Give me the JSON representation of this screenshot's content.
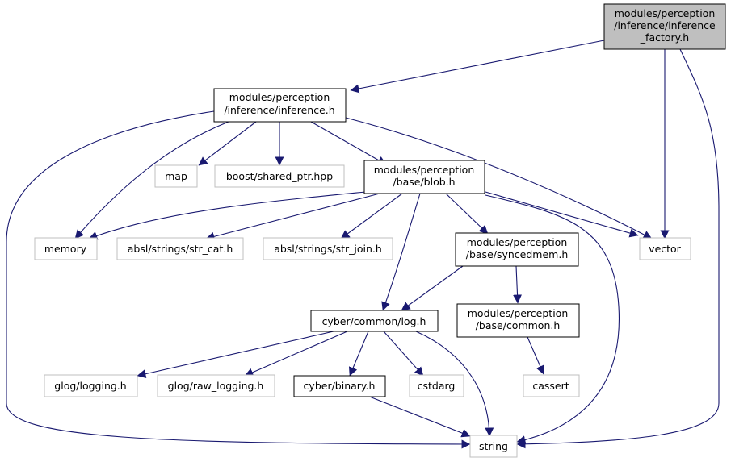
{
  "nodes": {
    "inference_factory": {
      "lines": [
        "modules/perception",
        "/inference/inference",
        "_factory.h"
      ],
      "style": "root"
    },
    "inference_h": {
      "lines": [
        "modules/perception",
        "/inference/inference.h"
      ],
      "style": "local"
    },
    "map": {
      "lines": [
        "map"
      ],
      "style": "system"
    },
    "boost_shared_ptr": {
      "lines": [
        "boost/shared_ptr.hpp"
      ],
      "style": "system"
    },
    "blob_h": {
      "lines": [
        "modules/perception",
        "/base/blob.h"
      ],
      "style": "local"
    },
    "memory": {
      "lines": [
        "memory"
      ],
      "style": "system"
    },
    "str_cat": {
      "lines": [
        "absl/strings/str_cat.h"
      ],
      "style": "system"
    },
    "str_join": {
      "lines": [
        "absl/strings/str_join.h"
      ],
      "style": "system"
    },
    "syncedmem_h": {
      "lines": [
        "modules/perception",
        "/base/syncedmem.h"
      ],
      "style": "local"
    },
    "vector": {
      "lines": [
        "vector"
      ],
      "style": "system"
    },
    "log_h": {
      "lines": [
        "cyber/common/log.h"
      ],
      "style": "local"
    },
    "common_h": {
      "lines": [
        "modules/perception",
        "/base/common.h"
      ],
      "style": "local"
    },
    "glog_logging": {
      "lines": [
        "glog/logging.h"
      ],
      "style": "system"
    },
    "glog_raw_logging": {
      "lines": [
        "glog/raw_logging.h"
      ],
      "style": "system"
    },
    "binary_h": {
      "lines": [
        "cyber/binary.h"
      ],
      "style": "local"
    },
    "cstdarg": {
      "lines": [
        "cstdarg"
      ],
      "style": "system"
    },
    "cassert": {
      "lines": [
        "cassert"
      ],
      "style": "system"
    },
    "string": {
      "lines": [
        "string"
      ],
      "style": "system"
    }
  },
  "edges": [
    [
      "inference_factory",
      "inference_h"
    ],
    [
      "inference_factory",
      "vector"
    ],
    [
      "inference_factory",
      "string"
    ],
    [
      "inference_h",
      "string"
    ],
    [
      "inference_h",
      "memory"
    ],
    [
      "inference_h",
      "map"
    ],
    [
      "inference_h",
      "boost_shared_ptr"
    ],
    [
      "inference_h",
      "blob_h"
    ],
    [
      "inference_h",
      "vector"
    ],
    [
      "blob_h",
      "memory"
    ],
    [
      "blob_h",
      "str_cat"
    ],
    [
      "blob_h",
      "str_join"
    ],
    [
      "blob_h",
      "syncedmem_h"
    ],
    [
      "blob_h",
      "vector"
    ],
    [
      "blob_h",
      "log_h"
    ],
    [
      "blob_h",
      "string"
    ],
    [
      "syncedmem_h",
      "log_h"
    ],
    [
      "syncedmem_h",
      "common_h"
    ],
    [
      "log_h",
      "glog_logging"
    ],
    [
      "log_h",
      "glog_raw_logging"
    ],
    [
      "log_h",
      "binary_h"
    ],
    [
      "log_h",
      "cstdarg"
    ],
    [
      "log_h",
      "string"
    ],
    [
      "common_h",
      "cassert"
    ],
    [
      "binary_h",
      "string"
    ]
  ],
  "colors": {
    "edge": "#191970",
    "root_fill": "#bfbfbf",
    "local_stroke": "#000000",
    "system_stroke": "#bfbfbf",
    "text": "#000000"
  }
}
